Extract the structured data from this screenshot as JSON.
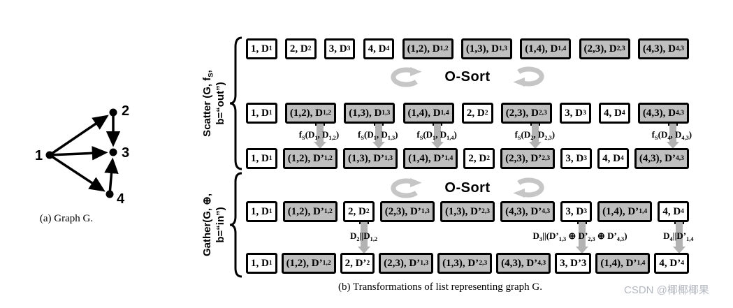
{
  "graph_panel": {
    "caption": "(a) Graph G.",
    "nodes": [
      "1",
      "2",
      "3",
      "4"
    ],
    "edges": [
      "1→2",
      "1→3",
      "1→4",
      "2→3",
      "4→3"
    ]
  },
  "scatter_section": {
    "label_line1": "Scatter (G, f_{S},",
    "label_line2": "b=“out”)"
  },
  "gather_section": {
    "label_line1": "Gather(G, ⊕,",
    "label_line2": "b=“in”)"
  },
  "osort1": "O-Sort",
  "osort2": "O-Sort",
  "list_rows": {
    "initial": [
      {
        "label": "1, D_{1}",
        "gray": false
      },
      {
        "label": "2, D_{2}",
        "gray": false
      },
      {
        "label": "3, D_{3}",
        "gray": false
      },
      {
        "label": "4, D_{4}",
        "gray": false
      },
      {
        "label": "(1,2), D_{1,2}",
        "gray": true
      },
      {
        "label": "(1,3), D_{1,3}",
        "gray": true
      },
      {
        "label": "(1,4), D_{1,4}",
        "gray": true
      },
      {
        "label": "(2,3), D_{2,3}",
        "gray": true
      },
      {
        "label": "(4,3), D_{4,3}",
        "gray": true
      }
    ],
    "scatter_sorted": [
      {
        "label": "1, D_{1}",
        "gray": false
      },
      {
        "label": "(1,2), D_{1,2}",
        "gray": true
      },
      {
        "label": "(1,3), D_{1,3}",
        "gray": true
      },
      {
        "label": "(1,4), D_{1,4}",
        "gray": true
      },
      {
        "label": "2, D_{2}",
        "gray": false
      },
      {
        "label": "(2,3), D_{2,3}",
        "gray": true
      },
      {
        "label": "3, D_{3}",
        "gray": false
      },
      {
        "label": "4, D_{4}",
        "gray": false
      },
      {
        "label": "(4,3), D_{4,3}",
        "gray": true
      }
    ],
    "scatter_result": [
      {
        "label": "1, D_{1}",
        "gray": false
      },
      {
        "label": "(1,2), D’_{1,2}",
        "gray": true
      },
      {
        "label": "(1,3), D’_{1,3}",
        "gray": true
      },
      {
        "label": "(1,4), D’_{1,4}",
        "gray": true
      },
      {
        "label": "2, D_{2}",
        "gray": false
      },
      {
        "label": "(2,3), D’_{2,3}",
        "gray": true
      },
      {
        "label": "3, D_{3}",
        "gray": false
      },
      {
        "label": "4, D_{4}",
        "gray": false
      },
      {
        "label": "(4,3), D’_{4,3}",
        "gray": true
      }
    ],
    "gather_sorted": [
      {
        "label": "1, D_{1}",
        "gray": false
      },
      {
        "label": "(1,2), D’_{1,2}",
        "gray": true
      },
      {
        "label": "2, D_{2}",
        "gray": false
      },
      {
        "label": "(2,3), D’_{1,3}",
        "gray": true
      },
      {
        "label": "(1,3), D’_{2,3}",
        "gray": true
      },
      {
        "label": "(4,3), D’_{4,3}",
        "gray": true
      },
      {
        "label": "3, D_{3}",
        "gray": false
      },
      {
        "label": "(1,4), D’_{1,4}",
        "gray": true
      },
      {
        "label": "4, D_{4}",
        "gray": false
      }
    ],
    "gather_result": [
      {
        "label": "1, D_{1}",
        "gray": false
      },
      {
        "label": "(1,2), D’_{1,2}",
        "gray": true
      },
      {
        "label": "2, D’_{2}",
        "gray": false
      },
      {
        "label": "(2,3), D’_{1,3}",
        "gray": true
      },
      {
        "label": "(1,3), D’_{2,3}",
        "gray": true
      },
      {
        "label": "(4,3), D’_{4,3}",
        "gray": true
      },
      {
        "label": "3, D’3",
        "gray": false
      },
      {
        "label": "(1,4), D’_{1,4}",
        "gray": true
      },
      {
        "label": "4, D’_{4}",
        "gray": false
      }
    ]
  },
  "scatter_ops": {
    "from": "scatter_sorted",
    "to": "scatter_result",
    "ops": [
      {
        "col": 1,
        "label": "f_{S}(D_{1}, D_{1,2})"
      },
      {
        "col": 2,
        "label": "f_{S}(D_{1}, D_{1,3})"
      },
      {
        "col": 3,
        "label": "f_{S}(D_{1}, D_{1,4})"
      },
      {
        "col": 5,
        "label": "f_{S}(D_{2}, D_{2,3})"
      },
      {
        "col": 8,
        "label": "f_{S}(D_{4}, D_{4,3})"
      }
    ]
  },
  "gather_ops": {
    "from": "gather_sorted",
    "to": "gather_result",
    "ops": [
      {
        "col": 2,
        "label": "D_{2}||D_{1,2}"
      },
      {
        "col": 6,
        "label": "D_{3}||(D’_{1,3} ⊕ D’_{2,3} ⊕ D’_{4,3})"
      },
      {
        "col": 8,
        "label": "D_{4}||D’_{1,4}"
      }
    ]
  },
  "caption_b": "(b) Transformations of list representing graph G.",
  "watermark": "CSDN @椰椰椰果",
  "colors": {
    "box_gray": "#bfbfbf",
    "arrow_gray": "#b3b3b3",
    "osort_arrow": "#c6c6c6",
    "watermark_gray": "#b4b8c0"
  }
}
